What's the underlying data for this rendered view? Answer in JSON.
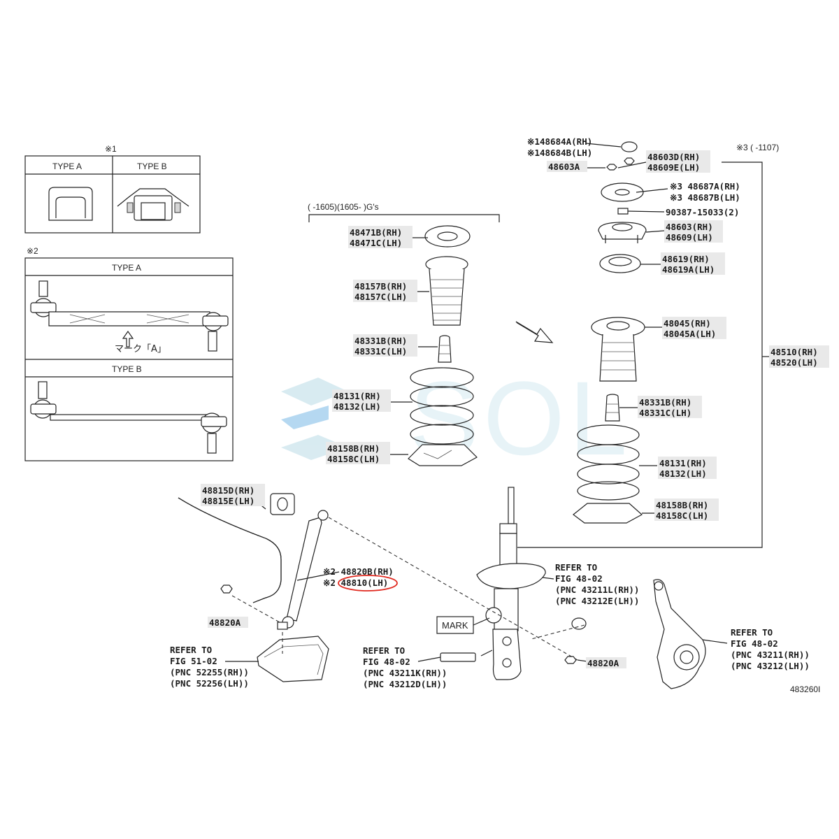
{
  "box1": {
    "marker": "※1",
    "type_a": "TYPE A",
    "type_b": "TYPE B"
  },
  "box2": {
    "marker": "※2",
    "type_a": "TYPE A",
    "type_b": "TYPE B",
    "mark_note": "マーク「A」"
  },
  "range_label": "(     -1605)(1605-       )G's",
  "range_label3": "※3 (      -1107)",
  "labels": {
    "l48684a": "※148684A(RH)",
    "l48684b": "※148684B(LH)",
    "l48603a": "48603A",
    "l48603d": "48603D(RH)",
    "l48609e": "48609E(LH)",
    "l48687a": "※3 48687A(RH)",
    "l48687b": "※3 48687B(LH)",
    "l90387": "90387-15033(2)",
    "l48603": "48603(RH)",
    "l48609": "48609(LH)",
    "l48619": "48619(RH)",
    "l48619a": "48619A(LH)",
    "l48045": "48045(RH)",
    "l48045a": "48045A(LH)",
    "l48510": "48510(RH)",
    "l48520": "48520(LH)",
    "r48331b": "48331B(RH)",
    "r48331c": "48331C(LH)",
    "r48131": "48131(RH)",
    "r48132": "48132(LH)",
    "r48158b": "48158B(RH)",
    "r48158c": "48158C(LH)",
    "c48471b": "48471B(RH)",
    "c48471c": "48471C(LH)",
    "c48157b": "48157B(RH)",
    "c48157c": "48157C(LH)",
    "c48331b": "48331B(RH)",
    "c48331c": "48331C(LH)",
    "c48131": "48131(RH)",
    "c48132": "48132(LH)",
    "c48158b": "48158B(RH)",
    "c48158c": "48158C(LH)",
    "s48815d": "48815D(RH)",
    "s48815e": "48815E(LH)",
    "s48820b": "※2 48820B(RH)",
    "s48810": "※2 48810(LH)",
    "s48820a": "48820A",
    "s48820a2": "48820A",
    "mark": "MARK",
    "ref_a1": "REFER TO",
    "ref_a2": "FIG 51-02",
    "ref_a3": "(PNC 52255(RH))",
    "ref_a4": "(PNC 52256(LH))",
    "ref_b1": "REFER TO",
    "ref_b2": "FIG 48-02",
    "ref_b3": "(PNC 43211K(RH))",
    "ref_b4": "(PNC 43212D(LH))",
    "ref_c1": "REFER TO",
    "ref_c2": "FIG 48-02",
    "ref_c3": "(PNC 43211L(RH))",
    "ref_c4": "(PNC 43212E(LH))",
    "ref_d1": "REFER TO",
    "ref_d2": "FIG 48-02",
    "ref_d3": "(PNC 43211(RH))",
    "ref_d4": "(PNC 43212(LH))",
    "fig_no": "483260I"
  },
  "watermark": "SOL",
  "colors": {
    "highlight": "#e0281e",
    "label_bg": "#e9e9e9",
    "watermark": "#cfe6ee"
  }
}
